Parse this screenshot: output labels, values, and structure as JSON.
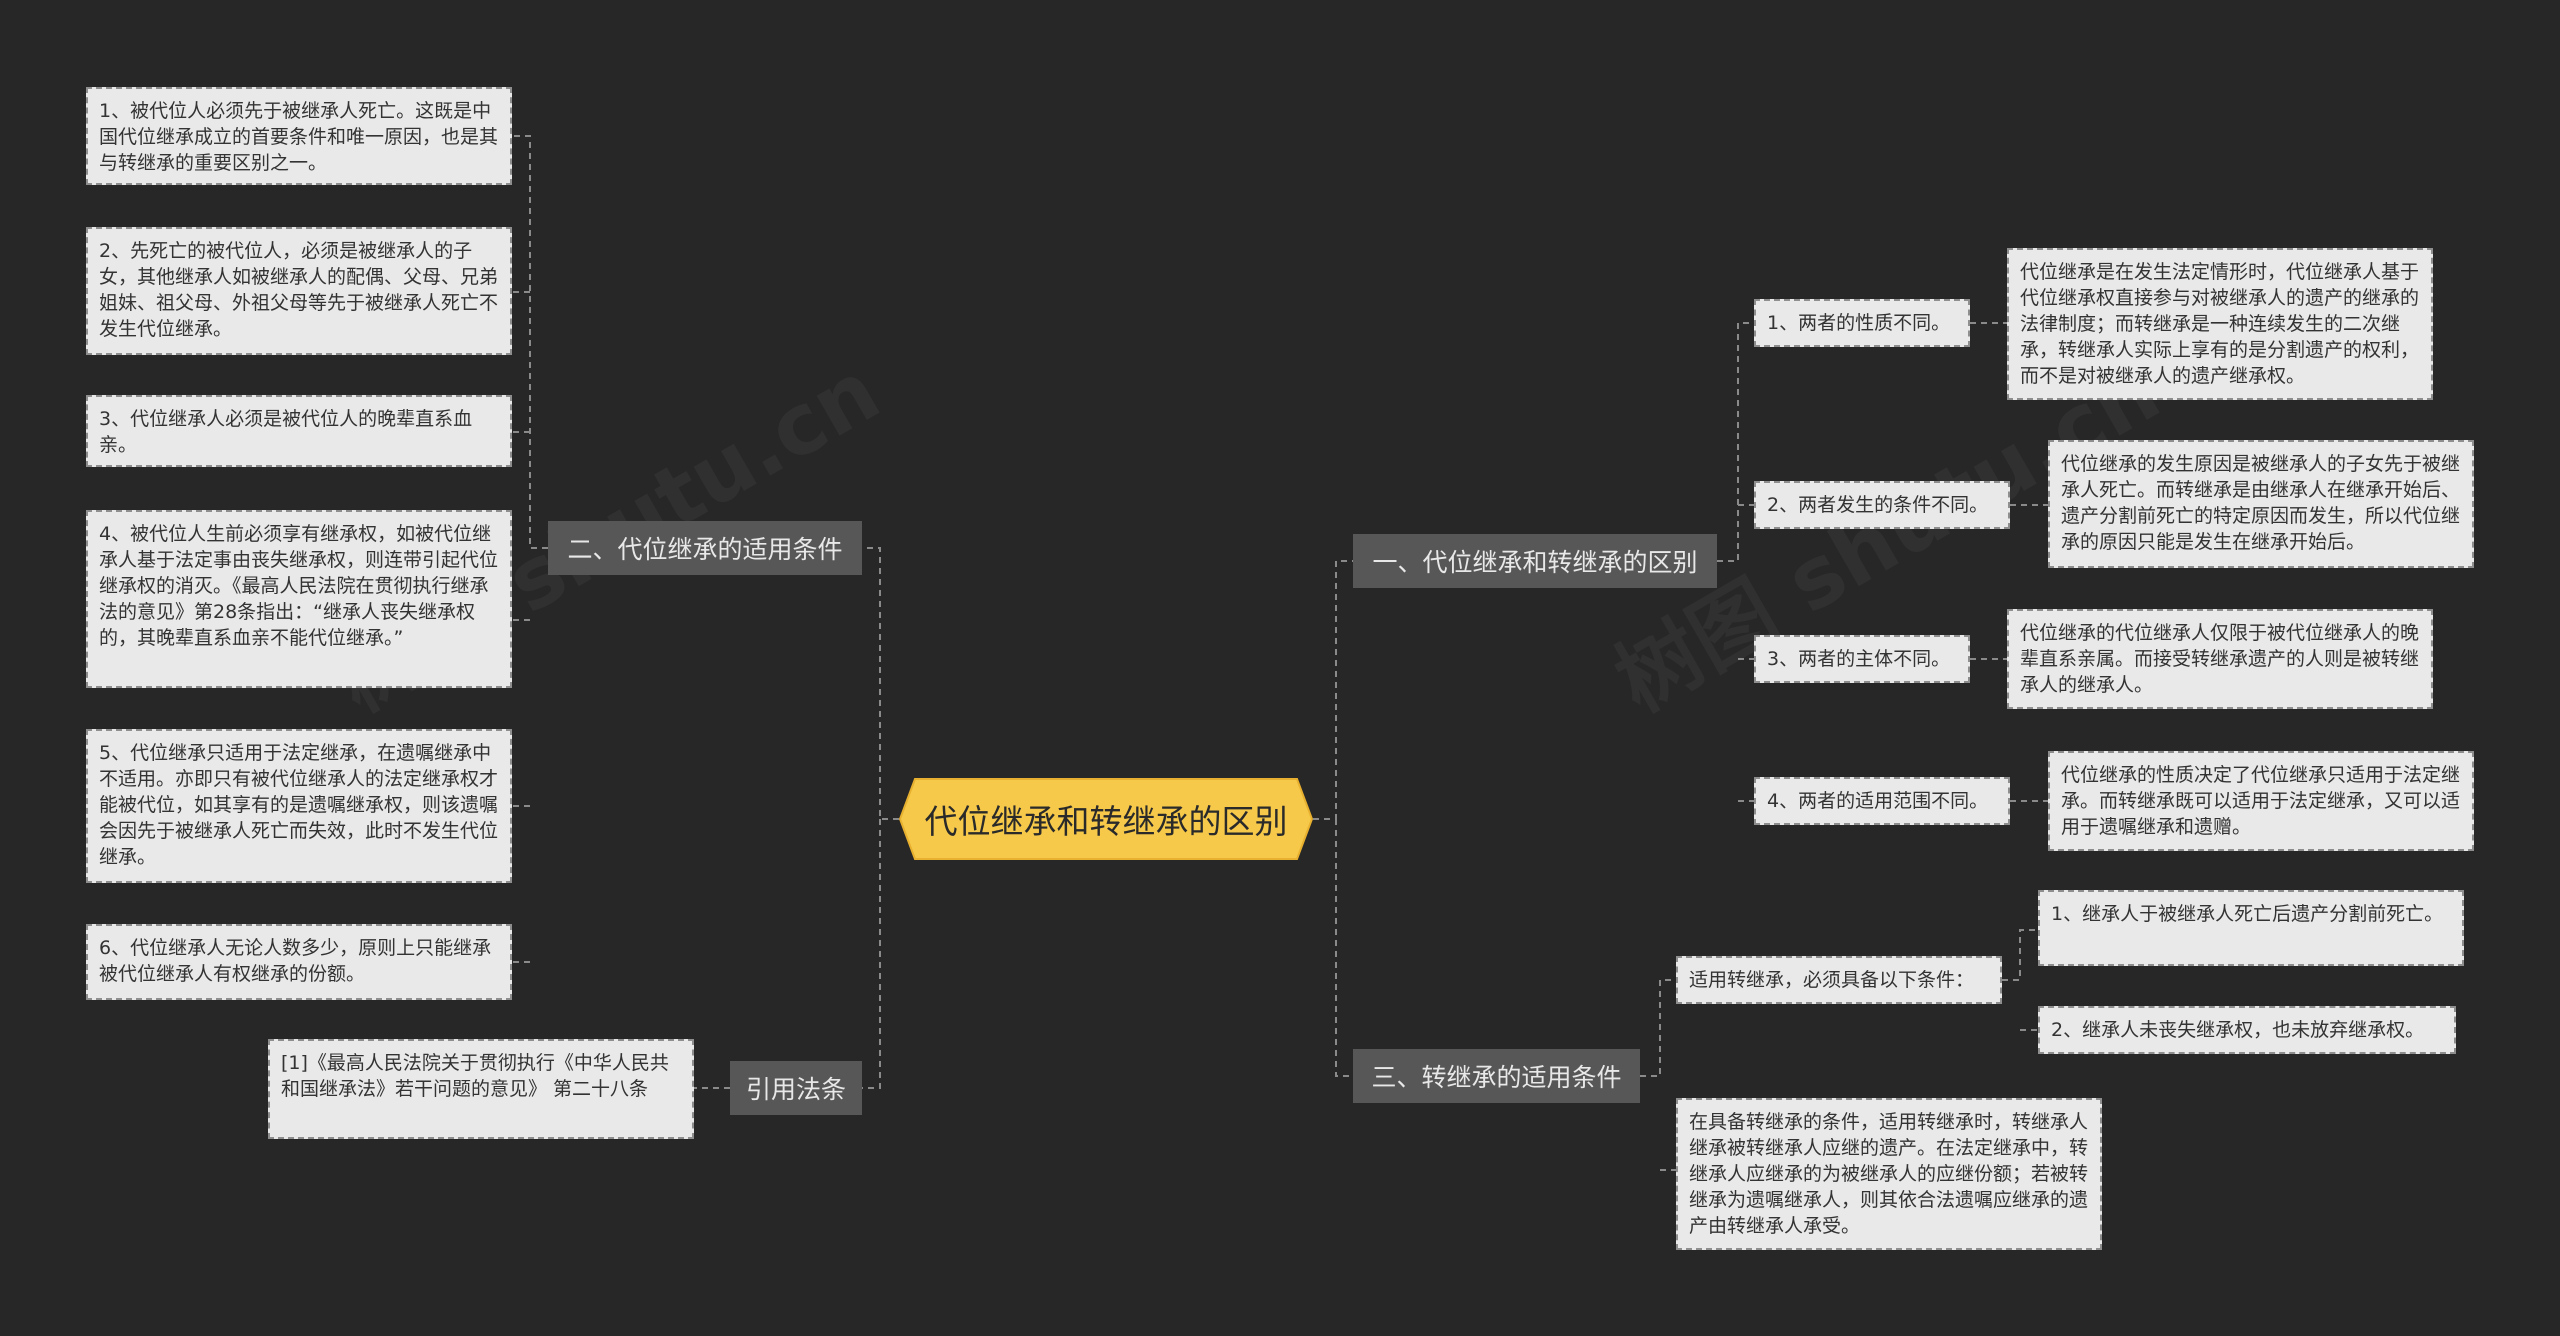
{
  "central": {
    "label": "代位继承和转继承的区别",
    "color": "#f6c94a",
    "border": "#e8b02f"
  },
  "branches": {
    "conditions": {
      "label": "二、代位继承的适用条件",
      "items": [
        "1、被代位人必须先于被继承人死亡。这既是中国代位继承成立的首要条件和唯一原因，也是其与转继承的重要区别之一。",
        "2、先死亡的被代位人，必须是被继承人的子女，其他继承人如被继承人的配偶、父母、兄弟姐妹、祖父母、外祖父母等先于被继承人死亡不发生代位继承。",
        "3、代位继承人必须是被代位人的晚辈直系血亲。",
        "4、被代位人生前必须享有继承权，如被代位继承人基于法定事由丧失继承权，则连带引起代位继承权的消灭。《最高人民法院在贯彻执行继承法的意见》第28条指出：“继承人丧失继承权的，其晚辈直系血亲不能代位继承。”",
        "5、代位继承只适用于法定继承，在遗嘱继承中不适用。亦即只有被代位继承人的法定继承权才能被代位，如其享有的是遗嘱继承权，则该遗嘱会因先于被继承人死亡而失效，此时不发生代位继承。",
        "6、代位继承人无论人数多少，原则上只能继承被代位继承人有权继承的份额。"
      ]
    },
    "citation": {
      "label": "引用法条",
      "items": [
        "[1]《最高人民法院关于贯彻执行《中华人民共和国继承法》若干问题的意见》 第二十八条"
      ]
    },
    "difference": {
      "label": "一、代位继承和转继承的区别",
      "points": [
        {
          "label": "1、两者的性质不同。",
          "detail": "代位继承是在发生法定情形时，代位继承人基于代位继承权直接参与对被继承人的遗产的继承的法律制度；而转继承是一种连续发生的二次继承，转继承人实际上享有的是分割遗产的权利，而不是对被继承人的遗产继承权。"
        },
        {
          "label": "2、两者发生的条件不同。",
          "detail": "代位继承的发生原因是被继承人的子女先于被继承人死亡。而转继承是由继承人在继承开始后、遗产分割前死亡的特定原因而发生，所以代位继承的原因只能是发生在继承开始后。"
        },
        {
          "label": "3、两者的主体不同。",
          "detail": "代位继承的代位继承人仅限于被代位继承人的晚辈直系亲属。而接受转继承遗产的人则是被转继承人的继承人。"
        },
        {
          "label": "4、两者的适用范围不同。",
          "detail": "代位继承的性质决定了代位继承只适用于法定继承。而转继承既可以适用于法定继承，又可以适用于遗嘱继承和遗赠。"
        }
      ]
    },
    "transfer": {
      "label": "三、转继承的适用条件",
      "condition": {
        "label": "适用转继承，必须具备以下条件：",
        "items": [
          "1、继承人于被继承人死亡后遗产分割前死亡。",
          "2、继承人未丧失继承权，也未放弃继承权。"
        ]
      },
      "note": "在具备转继承的条件，适用转继承时，转继承人继承被转继承人应继的遗产。在法定继承中，转继承人应继承的为被继承人的应继份额；若被转继承为遗嘱继承人，则其依合法遗嘱应继承的遗产由转继承人承受。"
    }
  },
  "watermark": [
    "树图 shutu.cn",
    "树图 shutu.cn"
  ]
}
